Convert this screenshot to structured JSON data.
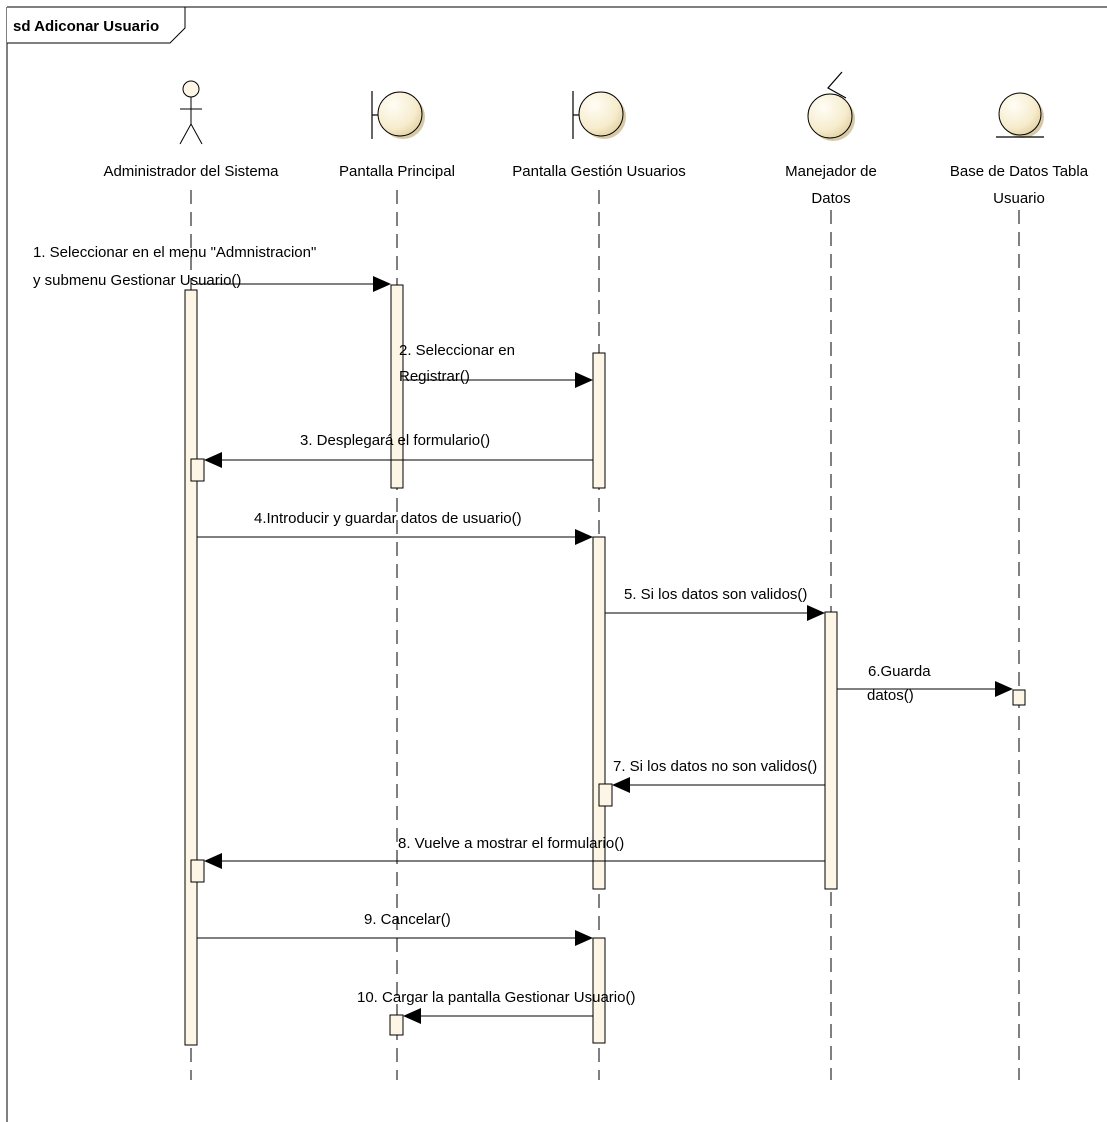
{
  "frame": {
    "title": "sd Adiconar Usuario"
  },
  "lifelines": [
    {
      "id": "admin",
      "kind": "actor",
      "label_lines": [
        "Administrador del Sistema"
      ]
    },
    {
      "id": "principal",
      "kind": "boundary",
      "label_lines": [
        "Pantalla Principal"
      ]
    },
    {
      "id": "gestion",
      "kind": "boundary",
      "label_lines": [
        "Pantalla Gestión Usuarios"
      ]
    },
    {
      "id": "manejador",
      "kind": "control",
      "label_lines": [
        "Manejador de",
        "Datos"
      ]
    },
    {
      "id": "bd",
      "kind": "entity",
      "label_lines": [
        "Base de Datos Tabla",
        "Usuario"
      ]
    }
  ],
  "messages": [
    {
      "id": "m1",
      "from": "admin",
      "to": "principal",
      "label_lines": [
        "1. Seleccionar en el menu \"Admnistracion\"",
        "y submenu Gestionar Usuario()"
      ]
    },
    {
      "id": "m2",
      "from": "principal",
      "to": "gestion",
      "label_lines": [
        "2. Seleccionar en",
        "Registrar()"
      ]
    },
    {
      "id": "m3",
      "from": "gestion",
      "to": "admin",
      "label_lines": [
        "3. Desplegará el formulario()"
      ]
    },
    {
      "id": "m4",
      "from": "admin",
      "to": "gestion",
      "label_lines": [
        "4.Introducir y guardar datos de usuario()"
      ]
    },
    {
      "id": "m5",
      "from": "gestion",
      "to": "manejador",
      "label_lines": [
        "5. Si los datos son validos()"
      ]
    },
    {
      "id": "m6",
      "from": "manejador",
      "to": "bd",
      "label_lines": [
        "6.Guarda",
        "datos()"
      ]
    },
    {
      "id": "m7",
      "from": "manejador",
      "to": "gestion",
      "label_lines": [
        "7. Si los datos no son validos()"
      ]
    },
    {
      "id": "m8",
      "from": "manejador",
      "to": "admin",
      "label_lines": [
        "8. Vuelve a mostrar el formulario()"
      ]
    },
    {
      "id": "m9",
      "from": "admin",
      "to": "gestion",
      "label_lines": [
        "9. Cancelar()"
      ]
    },
    {
      "id": "m10",
      "from": "gestion",
      "to": "principal",
      "label_lines": [
        "10. Cargar la pantalla Gestionar Usuario()"
      ]
    }
  ],
  "colors": {
    "element_fill": "#fdf6e6",
    "activation_fill": "#fdf6e6",
    "line": "#000000",
    "background": "#ffffff"
  }
}
